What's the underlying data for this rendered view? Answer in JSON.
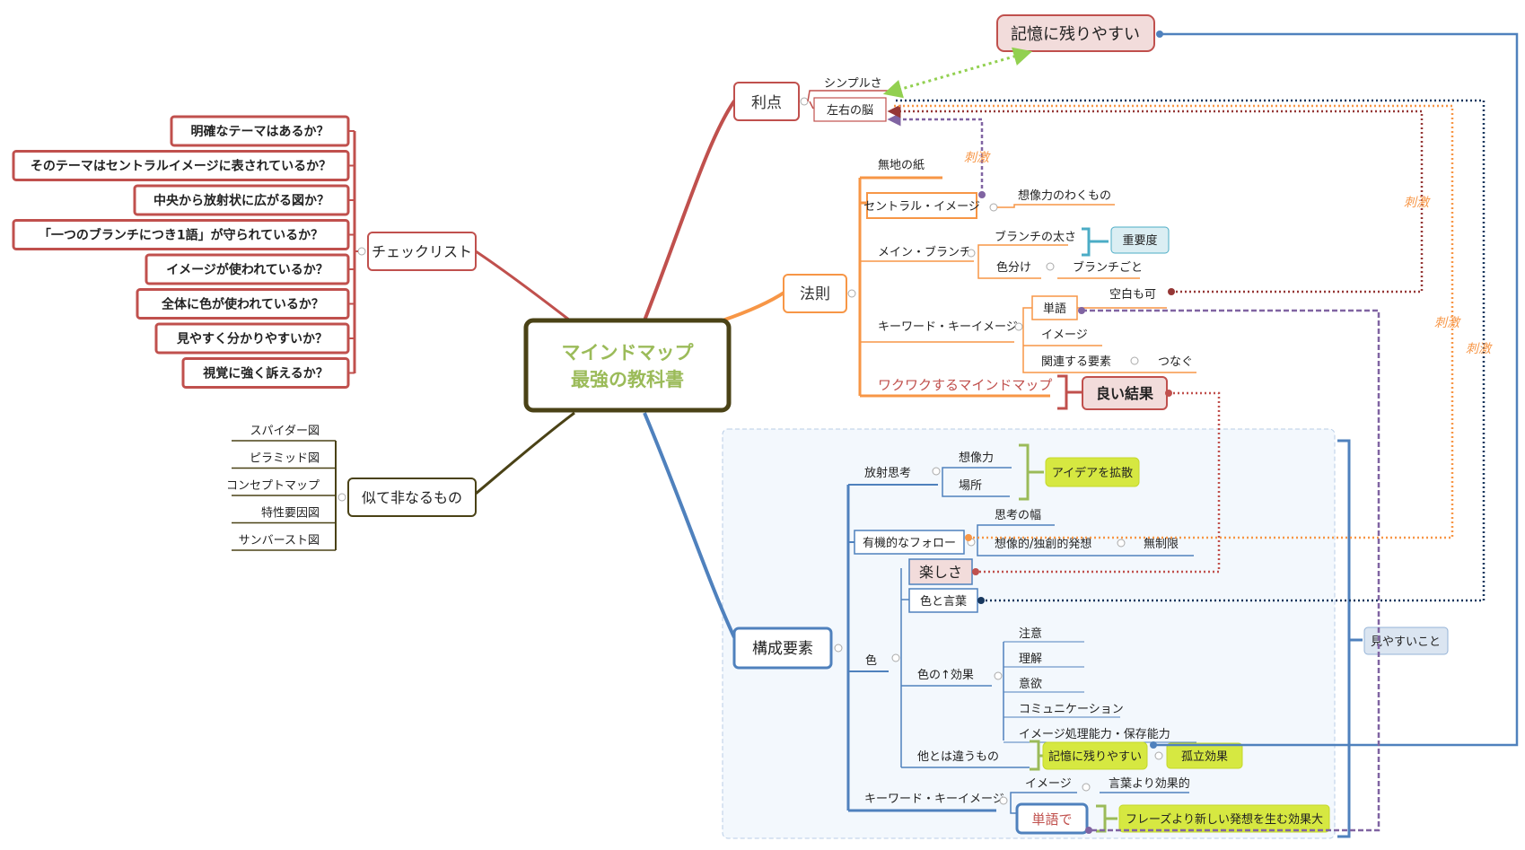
{
  "central": {
    "line1": "マインドマップ",
    "line2": "最強の教科書"
  },
  "colors": {
    "red": "#c0504d",
    "orange": "#f79646",
    "blue": "#4f81bd",
    "dark": "#4a4216",
    "purple": "#8064a2",
    "green": "#9bbb59",
    "lime": "#d6e841"
  },
  "top_callout": "記憶に残りやすい",
  "riten": {
    "label": "利点",
    "simple": "シンプルさ",
    "brain": "左右の脳"
  },
  "stimulus_label": "刺激",
  "houssoku": {
    "label": "法則",
    "blank_paper": "無地の紙",
    "central_image": "セントラル・イメージ",
    "imagination_frame": "想像力のわくもの",
    "main_branch": "メイン・ブランチ",
    "branch_thickness": "ブランチの太さ",
    "importance": "重要度",
    "color_coding": "色分け",
    "per_branch": "ブランチごと",
    "keyword_image": "キーワード・キーイメージ",
    "word": "単語",
    "blank_ok": "空白も可",
    "image": "イメージ",
    "related": "関連する要素",
    "connect": "つなぐ",
    "exciting": "ワクワクするマインドマップ",
    "good_result": "良い結果"
  },
  "checklist": {
    "label": "チェックリスト",
    "items": [
      "明確なテーマはあるか？",
      "そのテーマはセントラルイメージに表されているか？",
      "中央から放射状に広がる図か？",
      "「一つのブランチにつき1語」が守られているか？",
      "イメージが使われているか？",
      "全体に色が使われているか？",
      "見やすく分かりやすいか？",
      "視覚に強く訴えるか？"
    ]
  },
  "similar": {
    "label": "似て非なるもの",
    "items": [
      "スパイダー図",
      "ピラミッド図",
      "コンセプトマップ",
      "特性要因図",
      "サンバースト図"
    ]
  },
  "kousei": {
    "label": "構成要素",
    "radial": "放射思考",
    "imagination": "想像力",
    "place": "場所",
    "expand_ideas": "アイデアを拡散",
    "organic": "有機的なフォロー",
    "breadth": "思考の幅",
    "creative": "想像的/独創的発想",
    "unlimited": "無制限",
    "fun": "楽しさ",
    "color_words": "色と言葉",
    "color": "色",
    "color_effect": "色の↑効果",
    "effects": [
      "注意",
      "理解",
      "意欲",
      "コミュニケーション",
      "イメージ処理能力・保存能力"
    ],
    "different": "他とは違うもの",
    "memorable": "記憶に残りやすい",
    "isolation": "孤立効果",
    "keyword": "キーワード・キーイメージ",
    "image": "イメージ",
    "more_effective": "言葉より効果的",
    "in_words": "単語で",
    "phrase_effect": "フレーズより新しい発想を生む効果大",
    "easy_to_see": "見やすいこと"
  }
}
